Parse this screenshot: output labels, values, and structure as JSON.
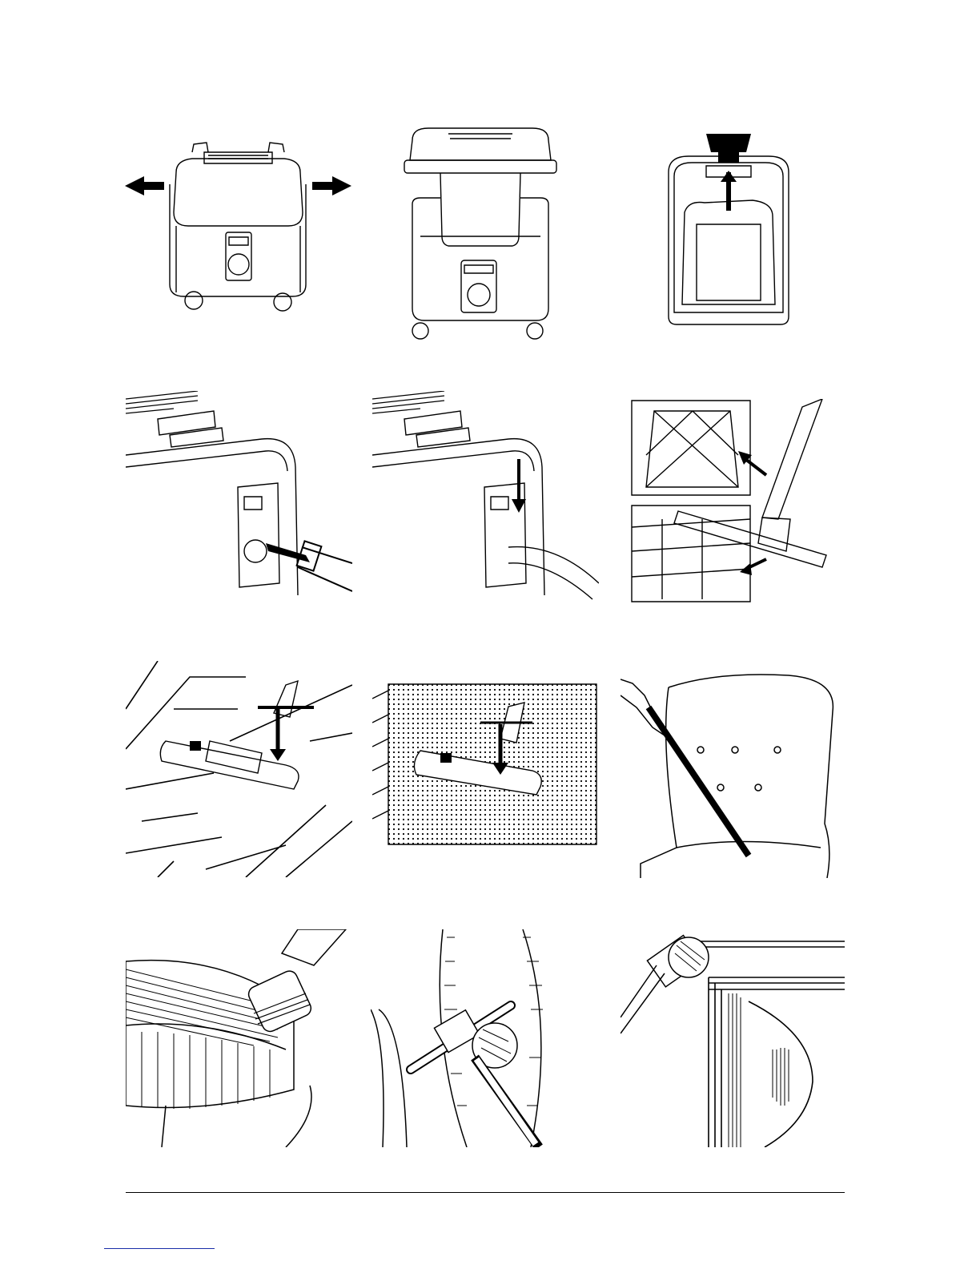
{
  "page": {
    "background": "#ffffff",
    "ink": "#000000",
    "link_color": "#1a2ea8"
  },
  "illustrations": [
    {
      "id": "fig-1",
      "icon": "vacuum-clips-release"
    },
    {
      "id": "fig-2",
      "icon": "vacuum-lid-lift"
    },
    {
      "id": "fig-3",
      "icon": "dust-bag-insert"
    },
    {
      "id": "fig-4",
      "icon": "hose-connect"
    },
    {
      "id": "fig-5",
      "icon": "hose-release"
    },
    {
      "id": "fig-6",
      "icon": "floor-nozzle-carpet-hard-floor"
    },
    {
      "id": "fig-7",
      "icon": "nozzle-brush-down-hard-floor"
    },
    {
      "id": "fig-8",
      "icon": "nozzle-brush-up-carpet"
    },
    {
      "id": "fig-9",
      "icon": "upholstery-cleaning"
    },
    {
      "id": "fig-10",
      "icon": "dusting-brush-table"
    },
    {
      "id": "fig-11",
      "icon": "dusting-brush-curtain"
    },
    {
      "id": "fig-12",
      "icon": "dusting-brush-frame"
    }
  ]
}
